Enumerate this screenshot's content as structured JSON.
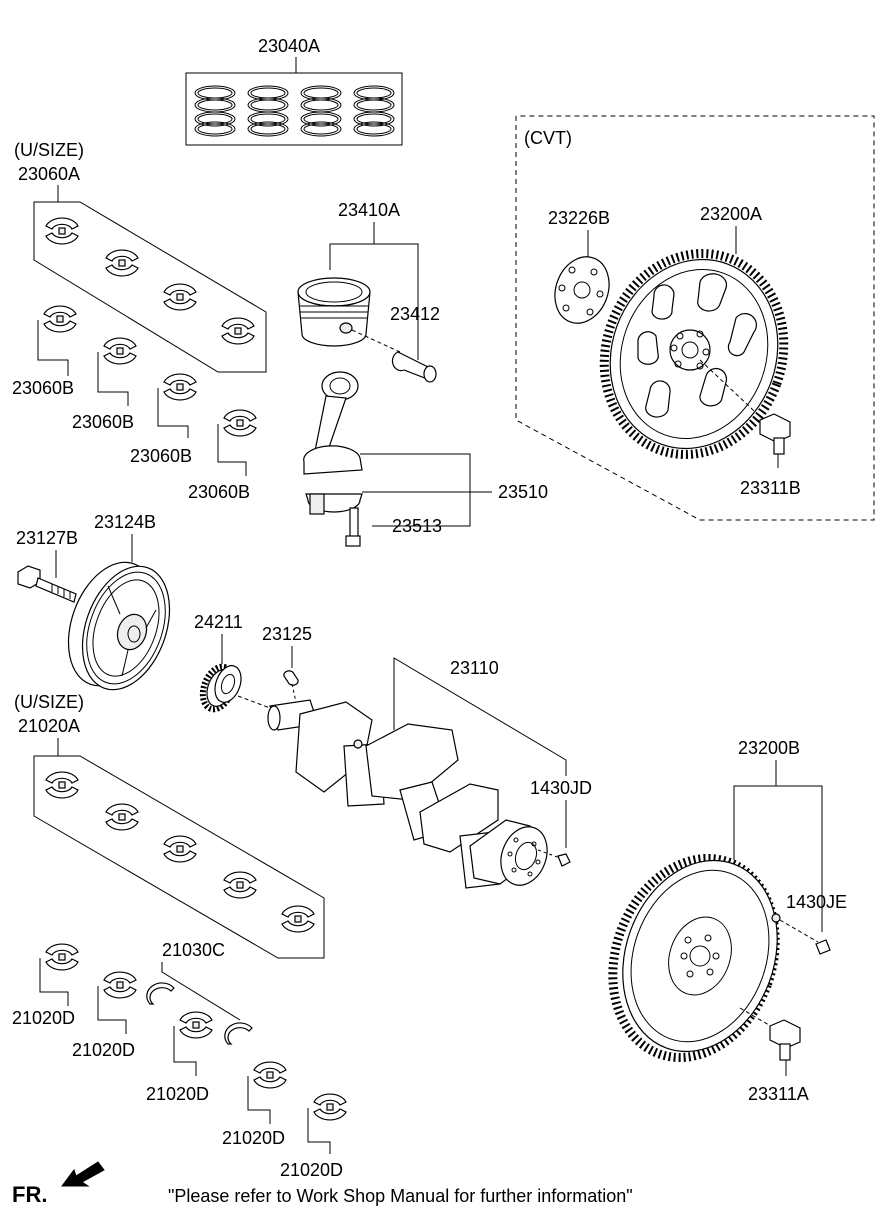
{
  "labels": {
    "p23040A": "23040A",
    "usize1": "(U/SIZE)",
    "p23060A": "23060A",
    "p23060B_1": "23060B",
    "p23060B_2": "23060B",
    "p23060B_3": "23060B",
    "p23060B_4": "23060B",
    "p23410A": "23410A",
    "p23412": "23412",
    "p23510": "23510",
    "p23513": "23513",
    "cvt": "(CVT)",
    "p23226B": "23226B",
    "p23200A": "23200A",
    "p23311B": "23311B",
    "p23127B": "23127B",
    "p23124B": "23124B",
    "p24211": "24211",
    "p23125": "23125",
    "p23110": "23110",
    "p1430JD": "1430JD",
    "usize2": "(U/SIZE)",
    "p21020A": "21020A",
    "p23200B": "23200B",
    "p1430JE": "1430JE",
    "p21030C": "21030C",
    "p21020D_1": "21020D",
    "p21020D_2": "21020D",
    "p21020D_3": "21020D",
    "p21020D_4": "21020D",
    "p21020D_5": "21020D",
    "p23311A": "23311A"
  },
  "footer": {
    "fr": "FR.",
    "note": "\"Please refer to Work Shop Manual for further information\""
  }
}
